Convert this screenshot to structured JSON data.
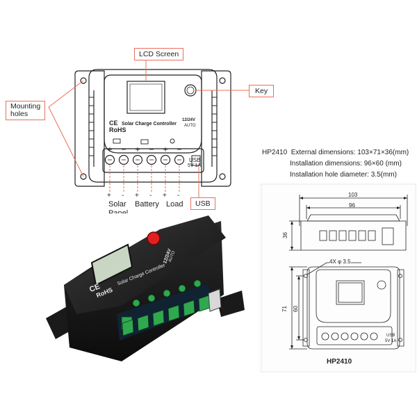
{
  "callouts": {
    "lcd_screen": "LCD Screen",
    "key": "Key",
    "mounting_holes_1": "Mounting",
    "mounting_holes_2": "holes",
    "usb": "USB"
  },
  "terminal_labels": {
    "solar_1": "Solar",
    "solar_2": "Panel",
    "battery": "Battery",
    "load": "Load",
    "plus": "+",
    "minus": "-"
  },
  "device_text": {
    "ce": "CE",
    "rohs": "RoHS",
    "name": "Solar Charge Controller",
    "voltage": "12/24V",
    "mode": "AUTO",
    "usb_1": "USB",
    "usb_2": "5V 1A"
  },
  "specs": {
    "model_prefix": "HP2410",
    "external": "External dimensions: 103×71×36(mm)",
    "installation": "Installation dimensions: 96×60 (mm)",
    "hole": "Installation hole diameter: 3.5(mm)"
  },
  "dimensions": {
    "outer_width": "103",
    "inner_width": "96",
    "depth": "36",
    "holes": "4X φ 3.5",
    "height_total": "71",
    "height_install": "60"
  },
  "model_caption": "HP2410",
  "colors": {
    "callout_border": "#e8705a",
    "callout_arrow": "#e8705a",
    "device_body": "#1e1e1e",
    "terminal_green": "#2fa84f",
    "key_red": "#e02020",
    "lcd": "#c9d6c4"
  }
}
